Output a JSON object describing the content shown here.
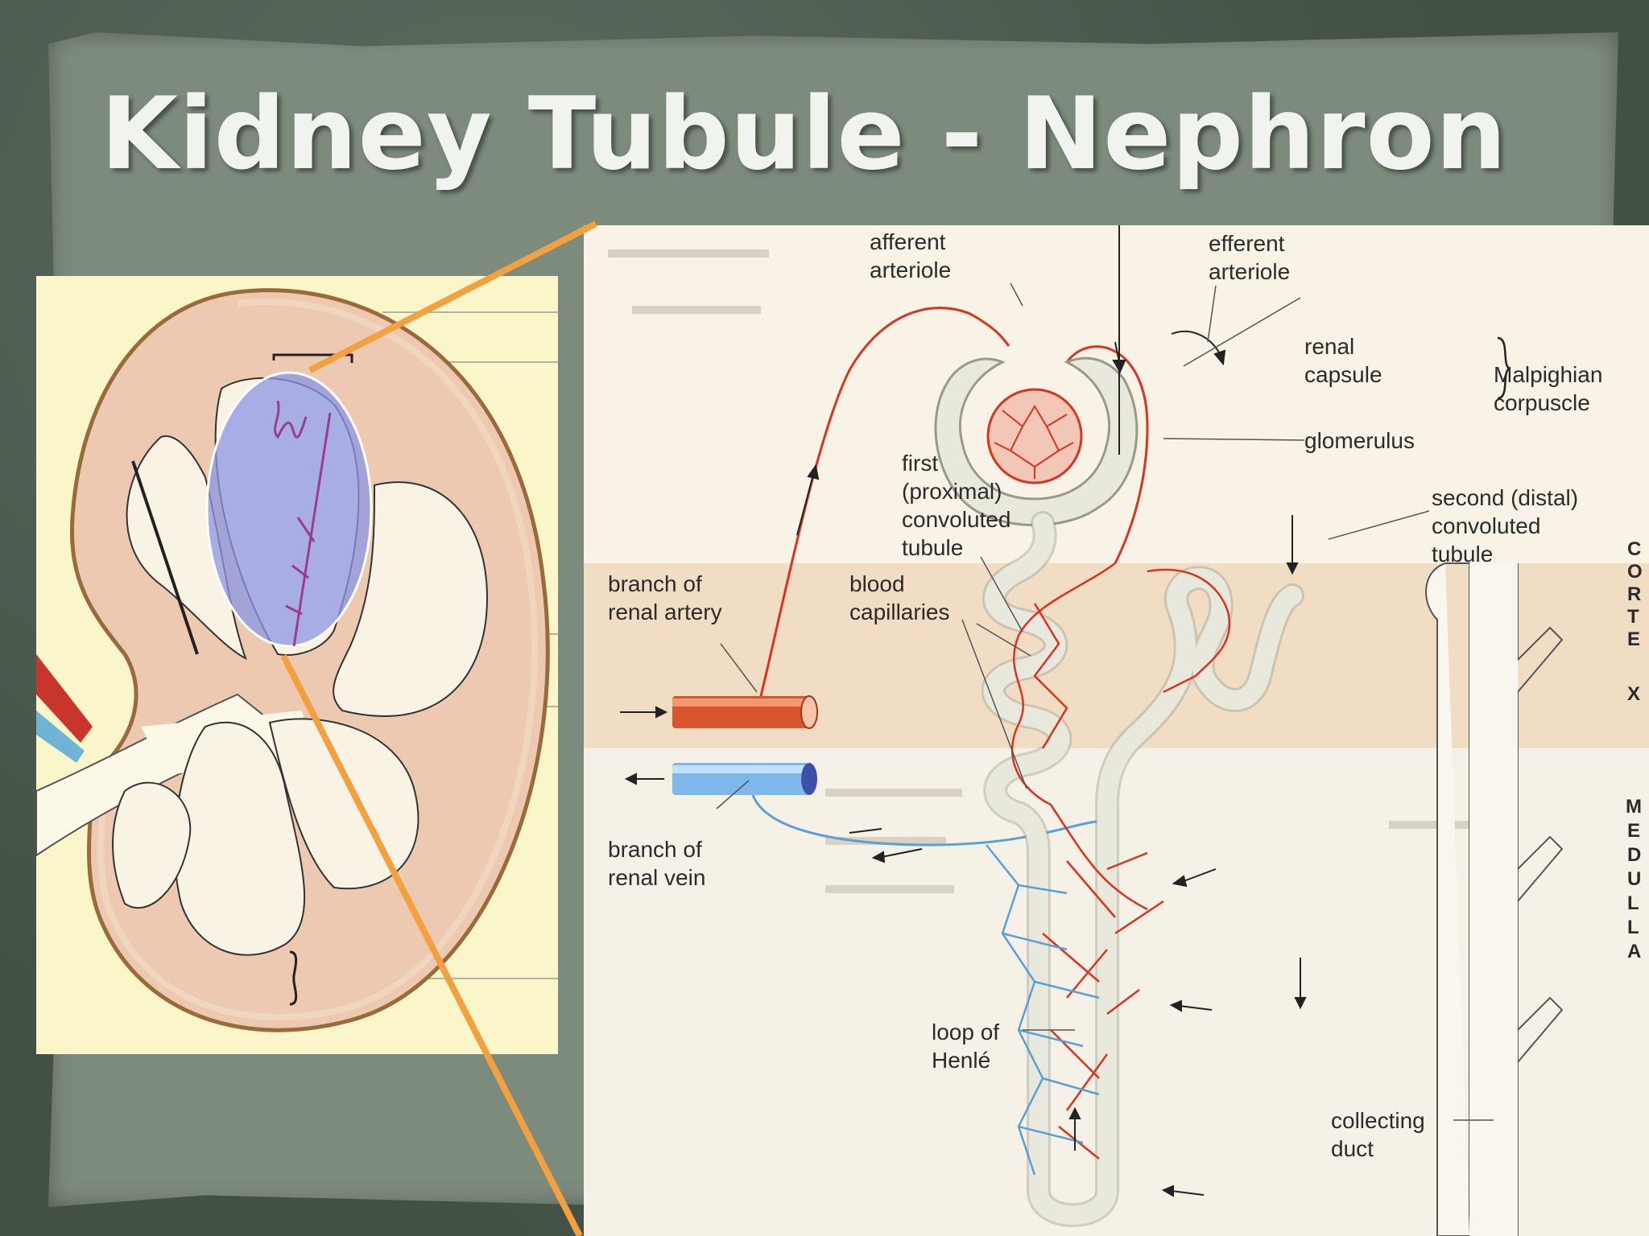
{
  "slide": {
    "title": "Kidney Tubule - Nephron"
  },
  "nephron_diagram": {
    "labels": {
      "afferent_arteriole": [
        "afferent",
        "arteriole"
      ],
      "efferent_arteriole": [
        "efferent",
        "arteriole"
      ],
      "renal_capsule": [
        "renal",
        "capsule"
      ],
      "malpighian_corpuscle": [
        "Malpighian",
        "corpuscle"
      ],
      "glomerulus": "glomerulus",
      "first_convoluted_tubule": [
        "first",
        "(proximal)",
        "convoluted",
        "tubule"
      ],
      "second_convoluted_tubule": [
        "second (distal)",
        "convoluted",
        "tubule"
      ],
      "branch_of_renal_artery": [
        "branch of",
        "renal artery"
      ],
      "blood_capillaries": [
        "blood",
        "capillaries"
      ],
      "branch_of_renal_vein": [
        "branch of",
        "renal vein"
      ],
      "loop_of_henle": [
        "loop of",
        "Henlé"
      ],
      "collecting_duct": [
        "collecting",
        "duct"
      ],
      "cortex_letters": [
        "C",
        "O",
        "R",
        "T",
        "E",
        "X"
      ],
      "medulla_letters": [
        "M",
        "E",
        "D",
        "U",
        "L",
        "L",
        "A"
      ]
    },
    "colors": {
      "artery": "#d8341f",
      "vein": "#5a9fd8",
      "tubule_fill": "#e9e8dc",
      "cortex_band": "#f0ddc4",
      "medulla_band": "#f6f1e6",
      "highlight": "#8c96e6",
      "connector": "#f2a040"
    }
  }
}
